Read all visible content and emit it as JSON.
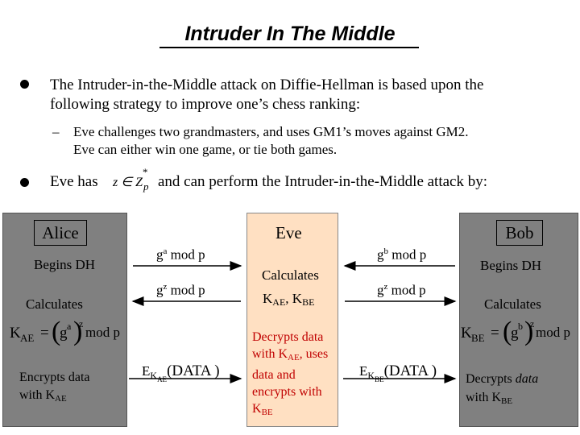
{
  "title": "Intruder In The Middle",
  "bullet1": {
    "line1": "The Intruder-in-the-Middle attack on Diffie-Hellman is based upon the",
    "line2": "following strategy to improve one’s chess ranking:"
  },
  "sub1": {
    "dash": "–",
    "line1": "Eve challenges two grandmasters, and uses GM1’s moves against GM2.",
    "line2": "Eve can either win one game, or tie both games."
  },
  "bullet2": {
    "prefix": "Eve has",
    "math_z": "z ∈ Z",
    "math_star": "*",
    "math_p": "p",
    "suffix": "and can perform the Intruder-in-the-Middle attack by:"
  },
  "alice": {
    "name": "Alice",
    "begins": "Begins DH",
    "calculates": "Calculates",
    "key_lhs": "K",
    "key_sub": "AE",
    "key_eq": "=",
    "key_g": "g",
    "key_a": "a",
    "key_z": "z",
    "key_mod": "mod p",
    "encrypts_line1": "Encrypts data",
    "encrypts_line2": "with K",
    "encrypts_sub": "AE"
  },
  "eve": {
    "name": "Eve",
    "calculates": "Calculates",
    "keys_k1": "K",
    "keys_sub1": "AE",
    "keys_comma": ", K",
    "keys_sub2": "BE",
    "decrypt_line1": "Decrypts data",
    "decrypt_line2": "with K",
    "decrypt_sub2": "AE",
    "decrypt_line2b": ", uses",
    "decrypt_line3": "data and",
    "decrypt_line4": "encrypts with",
    "decrypt_line5": "K",
    "decrypt_sub5": "BE"
  },
  "bob": {
    "name": "Bob",
    "begins": "Begins DH",
    "calculates": "Calculates",
    "key_lhs": "K",
    "key_sub": "BE",
    "key_eq": "=",
    "key_g": "g",
    "key_b": "b",
    "key_z": "z",
    "key_mod": "mod p",
    "encrypts_line1": "Decrypts",
    "encrypts_line1b": "data",
    "encrypts_line2": "with K",
    "encrypts_sub": "BE"
  },
  "messages": {
    "ga_g": "g",
    "ga_exp": "a",
    "ga_mod": "mod p",
    "gz1_g": "g",
    "gz1_exp": "z",
    "gz1_mod": "mod p",
    "gb_g": "g",
    "gb_exp": "b",
    "gb_mod": "mod p",
    "gz2_g": "g",
    "gz2_exp": "z",
    "gz2_mod": "mod p",
    "e1_E": "E",
    "e1_K": "K",
    "e1_sub": "AE",
    "e1_data": "(DATA )",
    "e2_E": "E",
    "e2_K": "K",
    "e2_sub": "BE",
    "e2_data": "(DATA )"
  },
  "colors": {
    "panel": "#808080",
    "eve_panel": "#ffe0c2",
    "eve_text": "#c00000"
  }
}
